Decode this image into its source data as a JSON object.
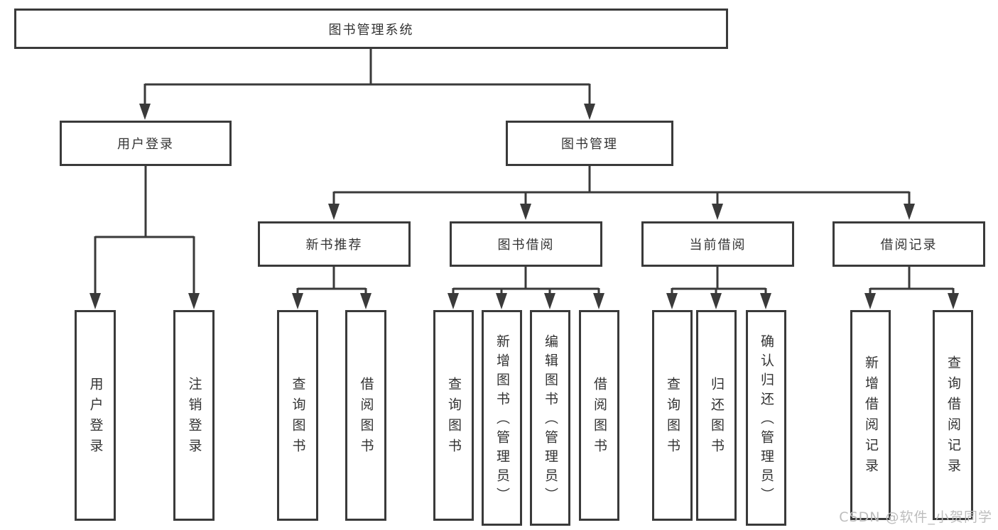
{
  "diagram": {
    "type": "hierarchy-tree",
    "colors": {
      "line": "#3a3a3a",
      "border": "#3a3a3a",
      "text": "#333333",
      "background": "#ffffff",
      "watermark_text": "#bdbdbd"
    },
    "tree": {
      "label": "图书管理系统",
      "children": [
        {
          "label": "用户登录",
          "children": [
            {
              "label": "用户登录"
            },
            {
              "label": "注销登录"
            }
          ]
        },
        {
          "label": "图书管理",
          "children": [
            {
              "label": "新书推荐",
              "children": [
                {
                  "label": "查询图书"
                },
                {
                  "label": "借阅图书"
                }
              ]
            },
            {
              "label": "图书借阅",
              "children": [
                {
                  "label": "查询图书"
                },
                {
                  "label": "新增图书（管理员）"
                },
                {
                  "label": "编辑图书（管理员）"
                },
                {
                  "label": "借阅图书"
                }
              ]
            },
            {
              "label": "当前借阅",
              "children": [
                {
                  "label": "查询图书"
                },
                {
                  "label": "归还图书"
                },
                {
                  "label": "确认归还（管理员）"
                }
              ]
            },
            {
              "label": "借阅记录",
              "children": [
                {
                  "label": "新增借阅记录"
                },
                {
                  "label": "查询借阅记录"
                }
              ]
            }
          ]
        }
      ]
    },
    "watermark": {
      "text": "CSDN @软件_小贺同学"
    }
  }
}
